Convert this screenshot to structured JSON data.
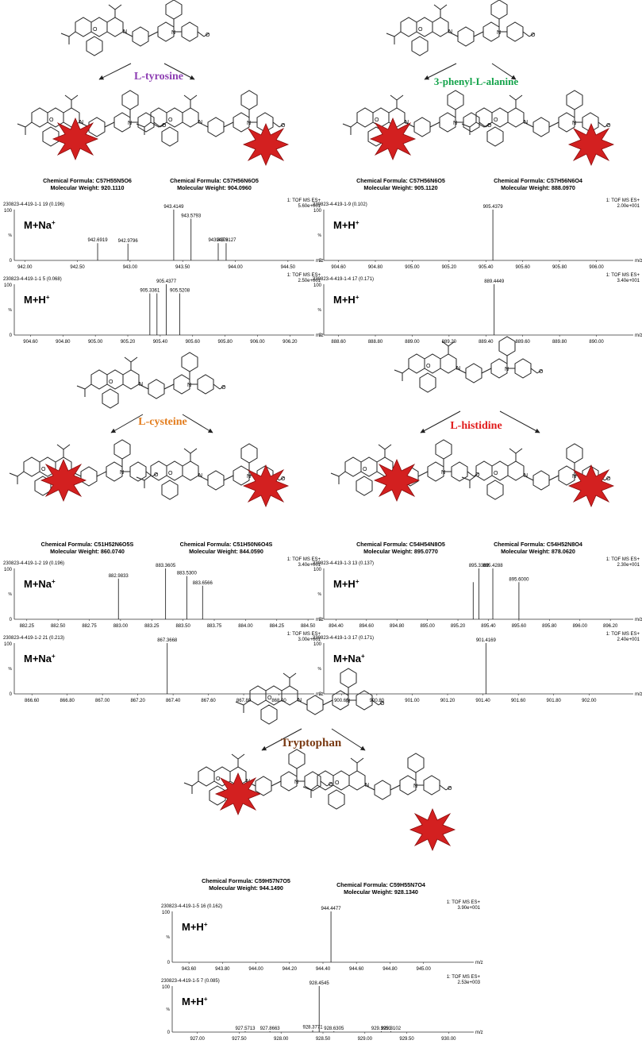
{
  "aa_labels": {
    "tyrosine": {
      "text": "L-tyrosine",
      "color": "#8e3fb3"
    },
    "phenylalanine": {
      "text": "3-phenyl-L-alanine",
      "color": "#13a34a"
    },
    "cysteine": {
      "text": "L-cysteine",
      "color": "#e37d1e"
    },
    "histidine": {
      "text": "L-histidine",
      "color": "#e11b1b"
    },
    "tryptophan": {
      "text": "Tryptophan",
      "color": "#7a3b14"
    }
  },
  "star_color": "#d32020",
  "products": [
    {
      "id": "tyr1",
      "formula_prefix": "Chemical Formula: C",
      "formula": "Chemical Formula: C57H55N5O6",
      "mw": "Molecular Weight: 920.1110"
    },
    {
      "id": "tyr2",
      "formula": "Chemical Formula: C57H56N6O5",
      "mw": "Molecular Weight: 904.0960"
    },
    {
      "id": "phe1",
      "formula": "Chemical Formula: C57H56N6O5",
      "mw": "Molecular Weight: 905.1120"
    },
    {
      "id": "phe2",
      "formula": "Chemical Formula: C57H56N6O4",
      "mw": "Molecular Weight: 888.0970"
    },
    {
      "id": "cys1",
      "formula": "Chemical Formula: C51H52N6O5S",
      "mw": "Molecular Weight: 860.0740"
    },
    {
      "id": "cys2",
      "formula": "Chemical Formula: C51H50N6O4S",
      "mw": "Molecular Weight: 844.0590"
    },
    {
      "id": "his1",
      "formula": "Chemical Formula: C54H54N8O5",
      "mw": "Molecular Weight: 895.0770"
    },
    {
      "id": "his2",
      "formula": "Chemical Formula: C54H52N8O4",
      "mw": "Molecular Weight: 878.0620"
    },
    {
      "id": "trp1",
      "formula": "Chemical Formula: C59H57N7O5",
      "mw": "Molecular Weight: 944.1490"
    },
    {
      "id": "trp2",
      "formula": "Chemical Formula: C59H55N7O4",
      "mw": "Molecular Weight: 928.1340"
    }
  ],
  "spectra": [
    {
      "id": "s1",
      "header": "230823-4-419-1-1 19 (0.196)",
      "mode": "1: TOF MS ES+",
      "intensity": "5.60e+001",
      "ion": "M+Na",
      "ion_sup": "+",
      "xlim": [
        941.9,
        944.75
      ],
      "ticks": [
        "942.00",
        "942.50",
        "943.00",
        "943.50",
        "944.00",
        "944.50"
      ],
      "tick_vals": [
        942.0,
        942.5,
        943.0,
        943.5,
        944.0,
        944.5
      ],
      "xlabel": "m/z",
      "peaks": [
        {
          "mz": 942.6919,
          "rel": 34,
          "label": "942.6919"
        },
        {
          "mz": 942.9796,
          "rel": 33,
          "label": "942.9796"
        },
        {
          "mz": 943.4149,
          "rel": 100,
          "label": "943.4149"
        },
        {
          "mz": 943.5793,
          "rel": 82,
          "label": "943.5793"
        },
        {
          "mz": 943.8376,
          "rel": 34,
          "label": "943.8376"
        },
        {
          "mz": 943.9127,
          "rel": 34,
          "label": "943.9127"
        }
      ]
    },
    {
      "id": "s2",
      "header": "230823-4-419-1-1 5 (0.068)",
      "mode": "1: TOF MS ES+",
      "intensity": "2.50e+001",
      "ion": "M+H",
      "ion_sup": "+",
      "xlim": [
        904.5,
        906.35
      ],
      "ticks": [
        "904.60",
        "904.80",
        "905.00",
        "905.20",
        "905.40",
        "905.60",
        "905.80",
        "906.00",
        "906.20"
      ],
      "tick_vals": [
        904.6,
        904.8,
        905.0,
        905.2,
        905.4,
        905.6,
        905.8,
        906.0,
        906.2
      ],
      "xlabel": "m/z",
      "peaks": [
        {
          "mz": 905.3361,
          "rel": 82,
          "label": "905.3361"
        },
        {
          "mz": 905.4377,
          "rel": 100,
          "label": "905.4377"
        },
        {
          "mz": 905.5208,
          "rel": 82,
          "label": "905.5208"
        },
        {
          "mz": 905.38,
          "rel": 82,
          "label": ""
        }
      ]
    },
    {
      "id": "s3",
      "header": "230823-4-419-1-9 (0.102)",
      "mode": "1: TOF MS ES+",
      "intensity": "2.00e+001",
      "ion": "M+H",
      "ion_sup": "+",
      "xlim": [
        904.52,
        906.2
      ],
      "ticks": [
        "904.60",
        "904.80",
        "905.00",
        "905.20",
        "905.40",
        "905.60",
        "905.80",
        "906.00"
      ],
      "tick_vals": [
        904.6,
        904.8,
        905.0,
        905.2,
        905.4,
        905.6,
        905.8,
        906.0
      ],
      "xlabel": "m/z",
      "peaks": [
        {
          "mz": 905.4379,
          "rel": 100,
          "label": "905.4379"
        }
      ]
    },
    {
      "id": "s4",
      "header": "230823-4-419-1-4 17 (0.171)",
      "mode": "1: TOF MS ES+",
      "intensity": "3.40e+001",
      "ion": "M+H",
      "ion_sup": "+",
      "xlim": [
        888.52,
        890.2
      ],
      "ticks": [
        "888.60",
        "888.80",
        "889.00",
        "889.20",
        "889.40",
        "889.60",
        "889.80",
        "890.00"
      ],
      "tick_vals": [
        888.6,
        888.8,
        889.0,
        889.2,
        889.4,
        889.6,
        889.8,
        890.0
      ],
      "xlabel": "m/z",
      "peaks": [
        {
          "mz": 889.4449,
          "rel": 100,
          "label": "889.4449"
        }
      ]
    },
    {
      "id": "s5",
      "header": "230823-4-419-1-2 19 (0.196)",
      "mode": "1: TOF MS ES+",
      "intensity": "3.40e+001",
      "ion": "M+Na",
      "ion_sup": "+",
      "xlim": [
        882.15,
        884.55
      ],
      "ticks": [
        "882.25",
        "882.50",
        "882.75",
        "883.00",
        "883.25",
        "883.50",
        "883.75",
        "884.00",
        "884.25",
        "884.50"
      ],
      "tick_vals": [
        882.25,
        882.5,
        882.75,
        883.0,
        883.25,
        883.5,
        883.75,
        884.0,
        884.25,
        884.5
      ],
      "xlabel": "m/z",
      "peaks": [
        {
          "mz": 882.9833,
          "rel": 80,
          "label": "882.9833"
        },
        {
          "mz": 883.3605,
          "rel": 100,
          "label": "883.3605"
        },
        {
          "mz": 883.53,
          "rel": 85,
          "label": "883.5300"
        },
        {
          "mz": 883.6566,
          "rel": 66,
          "label": "883.6566"
        }
      ]
    },
    {
      "id": "s6",
      "header": "230823-4-419-1-2 21 (0.213)",
      "mode": "1: TOF MS ES+",
      "intensity": "3.00e+001",
      "ion": "M+Na",
      "ion_sup": "+",
      "xlim": [
        866.5,
        868.2
      ],
      "ticks": [
        "866.60",
        "866.80",
        "867.00",
        "867.20",
        "867.40",
        "867.60",
        "867.80",
        "868.00"
      ],
      "tick_vals": [
        866.6,
        866.8,
        867.0,
        867.2,
        867.4,
        867.6,
        867.8,
        868.0
      ],
      "xlabel": "m/z",
      "peaks": [
        {
          "mz": 867.3668,
          "rel": 100,
          "label": "867.3668"
        }
      ]
    },
    {
      "id": "s7",
      "header": "230823-4-419-1-3 13 (0.137)",
      "mode": "1: TOF MS ES+",
      "intensity": "2.30e+001",
      "ion": "M+H",
      "ion_sup": "+",
      "xlim": [
        894.32,
        896.35
      ],
      "ticks": [
        "894.40",
        "894.60",
        "894.80",
        "895.00",
        "895.20",
        "895.40",
        "895.60",
        "895.80",
        "896.00",
        "896.20"
      ],
      "tick_vals": [
        894.4,
        894.6,
        894.8,
        895.0,
        895.2,
        895.4,
        895.6,
        895.8,
        896.0,
        896.2
      ],
      "xlabel": "m/z",
      "peaks": [
        {
          "mz": 895.3369,
          "rel": 100,
          "label": "895.3369"
        },
        {
          "mz": 895.4288,
          "rel": 100,
          "label": "895.4288"
        },
        {
          "mz": 895.6,
          "rel": 73,
          "label": "895.6000"
        },
        {
          "mz": 895.3,
          "rel": 73,
          "label": ""
        }
      ]
    },
    {
      "id": "s8",
      "header": "230823-4-419-1-3 17 (0.171)",
      "mode": "1: TOF MS ES+",
      "intensity": "2.40e+001",
      "ion": "M+Na",
      "ion_sup": "+",
      "xlim": [
        900.5,
        902.25
      ],
      "ticks": [
        "900.60",
        "900.80",
        "901.00",
        "901.20",
        "901.40",
        "901.60",
        "901.80",
        "902.00"
      ],
      "tick_vals": [
        900.6,
        900.8,
        901.0,
        901.2,
        901.4,
        901.6,
        901.8,
        902.0
      ],
      "xlabel": "m/z",
      "peaks": [
        {
          "mz": 901.4169,
          "rel": 100,
          "label": "901.4169"
        }
      ]
    },
    {
      "id": "s9",
      "header": "230823-4-419-1-5 16 (0.162)",
      "mode": "1: TOF MS ES+",
      "intensity": "3.90e+001",
      "ion": "M+H",
      "ion_sup": "+",
      "xlim": [
        943.5,
        945.3
      ],
      "ticks": [
        "943.60",
        "943.80",
        "944.00",
        "944.20",
        "944.40",
        "944.60",
        "944.80",
        "945.00"
      ],
      "tick_vals": [
        943.6,
        943.8,
        944.0,
        944.2,
        944.4,
        944.6,
        944.8,
        945.0
      ],
      "xlabel": "m/z",
      "peaks": [
        {
          "mz": 944.4477,
          "rel": 100,
          "label": "944.4477"
        }
      ]
    },
    {
      "id": "s10",
      "header": "230823-4-419-1-5 7 (0.085)",
      "mode": "1: TOF MS ES+",
      "intensity": "2.53e+003",
      "ion": "M+H",
      "ion_sup": "+",
      "xlim": [
        926.7,
        930.3
      ],
      "ticks": [
        "927.00",
        "927.50",
        "928.00",
        "928.50",
        "929.00",
        "929.50",
        "930.00"
      ],
      "tick_vals": [
        927.0,
        927.5,
        928.0,
        928.5,
        929.0,
        929.5,
        930.0
      ],
      "xlabel": "m/z",
      "peaks": [
        {
          "mz": 927.5713,
          "rel": 2,
          "label": "927.5713"
        },
        {
          "mz": 927.8663,
          "rel": 2,
          "label": "927.8663"
        },
        {
          "mz": 928.3771,
          "rel": 4,
          "label": "928.3771"
        },
        {
          "mz": 928.4545,
          "rel": 100,
          "label": "928.4545"
        },
        {
          "mz": 928.6305,
          "rel": 2,
          "label": "928.6305"
        },
        {
          "mz": 929.1953,
          "rel": 2,
          "label": "929.1953"
        },
        {
          "mz": 929.3102,
          "rel": 2,
          "label": "929.3102"
        }
      ]
    }
  ]
}
